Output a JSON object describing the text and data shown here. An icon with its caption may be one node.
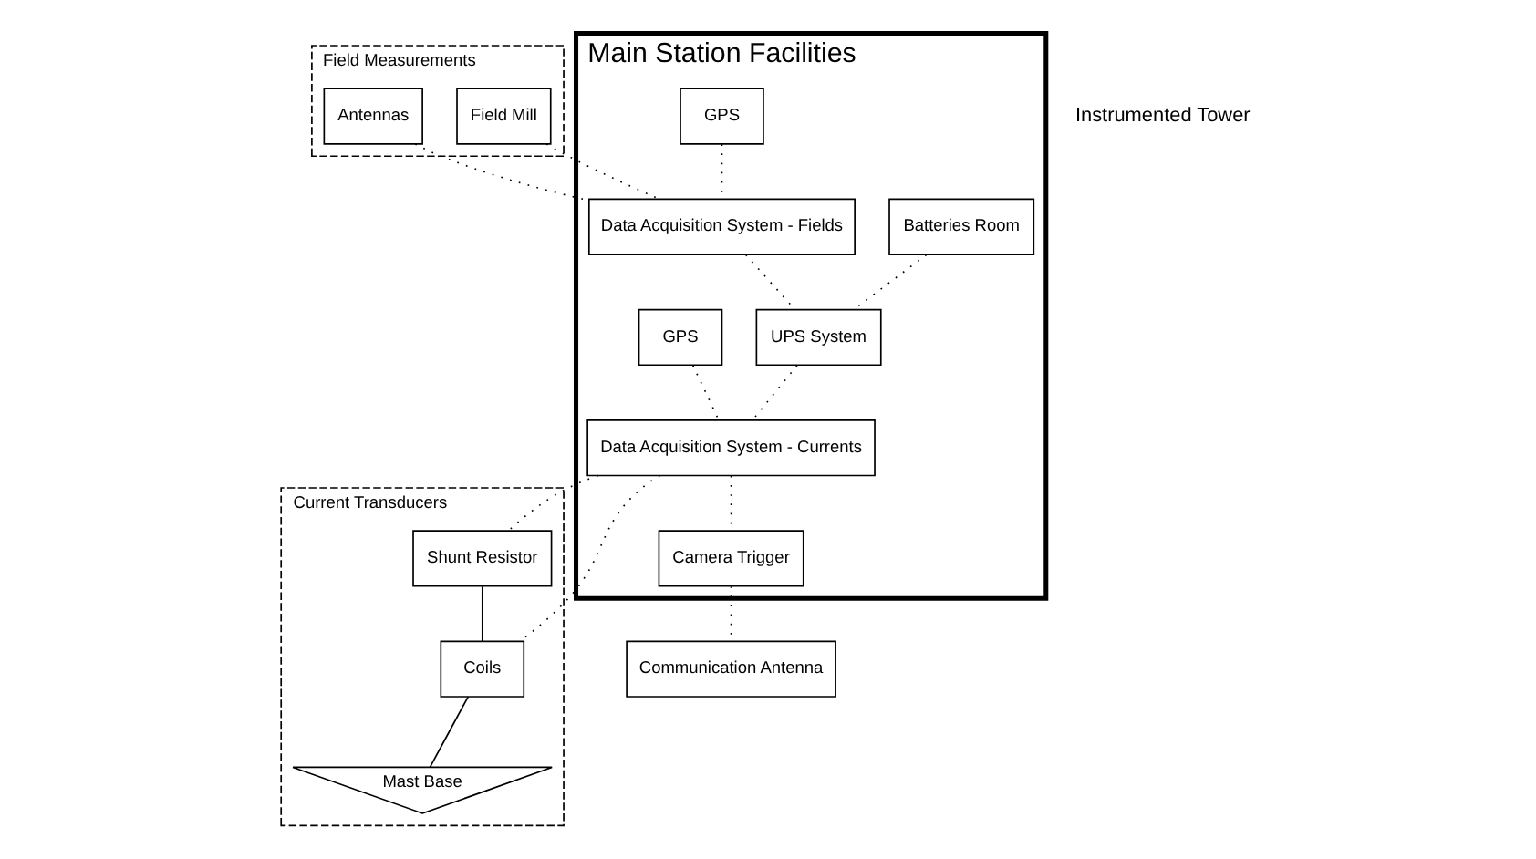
{
  "diagram": {
    "nodes": [
      {
        "text": [
          "Field Measurements"
        ]
      },
      {
        "text": [
          "Field Mill"
        ],
        "in": 0
      },
      {
        "text": [
          "Antennas"
        ],
        "in": 0
      },
      {
        "text": [
          "Main Station Facilities"
        ]
      },
      {
        "text": [
          "Batteries Room"
        ],
        "in": 3
      },
      {
        "text": [
          "GPS"
        ],
        "in": 3
      },
      {
        "text": [
          "Data Acquisition System - Fields"
        ],
        "in": 3
      },
      {
        "text": [
          "UPS System"
        ],
        "in": 3
      },
      {
        "text": [
          "GPS"
        ],
        "in": 3
      },
      {
        "text": [
          "Data Acquisition System - Currents"
        ],
        "in": 3
      },
      {
        "text": [
          "Camera Trigger"
        ],
        "in": 3
      },
      {
        "text": [
          "Communication Antenna"
        ]
      },
      {
        "text": [
          "Current Transducers"
        ]
      },
      {
        "text": [
          "Shunt Resistor"
        ],
        "in": 12
      },
      {
        "text": [
          "Coils"
        ],
        "in": 12
      },
      {
        "text": [
          "Mast Base"
        ],
        "in": 12
      }
    ],
    "edges": [
      {
        "from": 1,
        "to": 6,
        "arrow": "none",
        "style": "dashed"
      },
      {
        "from": 2,
        "to": 6,
        "arrow": "none",
        "style": "dashed"
      },
      {
        "from": 5,
        "to": 6,
        "arrow": "none",
        "style": "dashed"
      },
      {
        "from": 6,
        "to": 7,
        "arrow": "none",
        "style": "dashed"
      },
      {
        "from": 4,
        "to": 7,
        "arrow": "none",
        "style": "dashed"
      },
      {
        "from": 7,
        "to": 9,
        "arrow": "none",
        "style": "dashed"
      },
      {
        "from": 8,
        "to": 9,
        "arrow": "none",
        "style": "dashed"
      },
      {
        "from": 9,
        "to": 13,
        "arrow": "none",
        "style": "dashed"
      },
      {
        "from": 9,
        "to": 14,
        "arrow": "none",
        "style": "dashed"
      },
      {
        "from": 9,
        "to": 10,
        "arrow": "none",
        "style": "dashed"
      },
      {
        "from": 10,
        "to": 11,
        "arrow": "none",
        "style": "dashed"
      },
      {
        "from": 13,
        "to": 14,
        "arrow": "none"
      },
      {
        "from": 14,
        "to": 15,
        "arrow": "none"
      }
    ],
    "labels": [
      "Instrumented Tower"
    ]
  }
}
